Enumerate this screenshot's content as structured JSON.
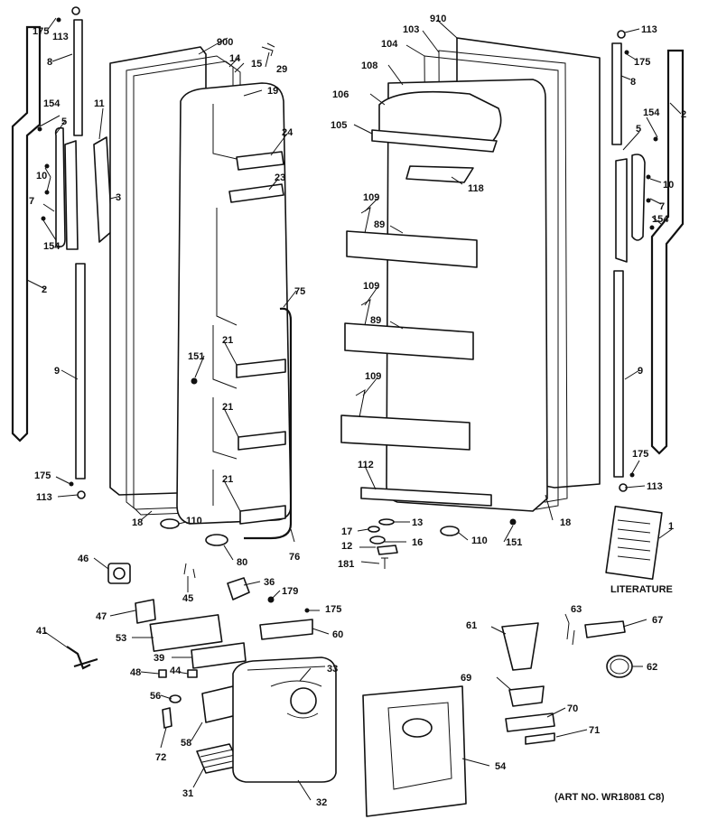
{
  "diagram": {
    "labels": {
      "L2a": "2",
      "L5a": "5",
      "L7a": "7",
      "L8a": "8",
      "L9a": "9",
      "L10a": "10",
      "L11": "11",
      "L3": "3",
      "L113a": "113",
      "L175a": "175",
      "L154a": "154",
      "L154b": "154",
      "L175b": "175",
      "L113b": "113",
      "L900": "900",
      "L14": "14",
      "L15": "15",
      "L29": "29",
      "L19": "19",
      "L24": "24",
      "L23": "23",
      "L151a": "151",
      "L21a": "21",
      "L21b": "21",
      "L21c": "21",
      "L75": "75",
      "L76": "76",
      "L18a": "18",
      "L110a": "110",
      "L80": "80",
      "L910": "910",
      "L103": "103",
      "L104": "104",
      "L108": "108",
      "L106": "106",
      "L105": "105",
      "L118": "118",
      "L109a": "109",
      "L89a": "89",
      "L109b": "109",
      "L89b": "89",
      "L109c": "109",
      "L112": "112",
      "L18b": "18",
      "L151b": "151",
      "L110b": "110",
      "L17": "17",
      "L13": "13",
      "L12": "12",
      "L16": "16",
      "L181": "181",
      "L113c": "113",
      "L175c": "175",
      "L8b": "8",
      "L2b": "2",
      "L154c": "154",
      "L5b": "5",
      "L10b": "10",
      "L7b": "7",
      "L154d": "154",
      "L9b": "9",
      "L175d": "175",
      "L113d": "113",
      "L1": "1",
      "L46": "46",
      "L47": "47",
      "L41": "41",
      "L53": "53",
      "L45": "45",
      "L36": "36",
      "L179": "179",
      "L175e": "175",
      "L60": "60",
      "L39": "39",
      "L44": "44",
      "L48": "48",
      "L56": "56",
      "L33": "33",
      "L72": "72",
      "L58": "58",
      "L31": "31",
      "L32": "32",
      "L54": "54",
      "L61": "61",
      "L63": "63",
      "L67": "67",
      "L62": "62",
      "L69": "69",
      "L70": "70",
      "L71": "71"
    },
    "literature_label": "LITERATURE",
    "art_no": "(ART NO. WR18081 C8)"
  }
}
